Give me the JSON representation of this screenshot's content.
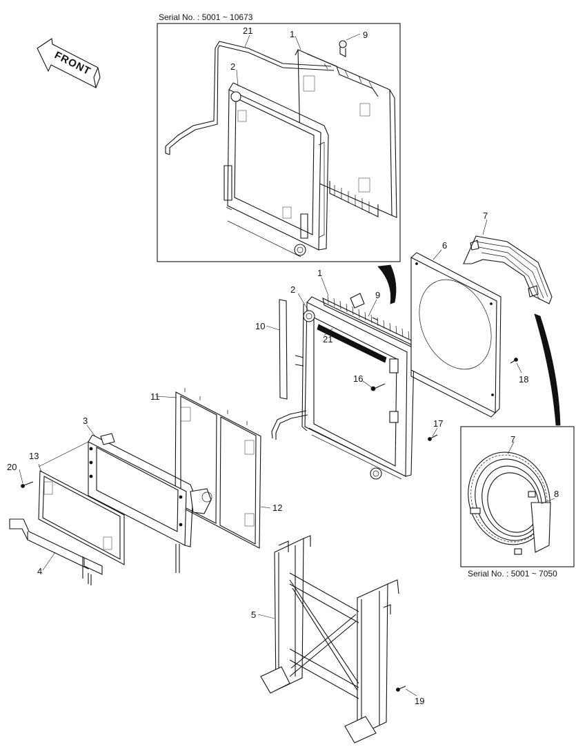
{
  "front_label": "FRONT",
  "inset_top": {
    "serial": "Serial No. : 5001 ~ 10673",
    "callouts": [
      "21",
      "1",
      "9",
      "2"
    ]
  },
  "inset_right": {
    "serial": "Serial No. : 5001 ~ 7050",
    "callouts": [
      "7",
      "8"
    ]
  },
  "callouts": {
    "p1": "1",
    "p2": "2",
    "p3": "3",
    "p4": "4",
    "p5": "5",
    "p6": "6",
    "p7": "7",
    "p9": "9",
    "p10": "10",
    "p11": "11",
    "p12": "12",
    "p13": "13",
    "p16": "16",
    "p17": "17",
    "p18": "18",
    "p19": "19",
    "p20": "20",
    "p21": "21"
  }
}
